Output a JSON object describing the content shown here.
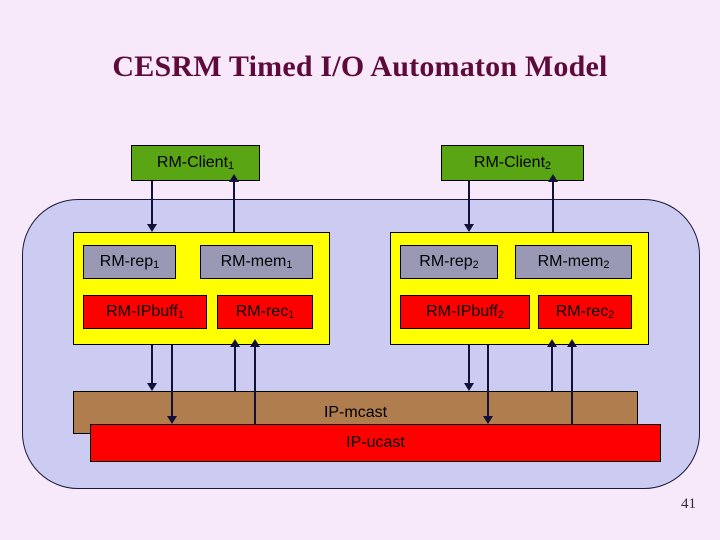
{
  "slide": {
    "title": "CESRM Timed I/O Automaton Model",
    "page_number": "41",
    "background_color": "#f8e9fa",
    "title_color": "#5e0b3c"
  },
  "system": {
    "container_color": "#ccccf2",
    "border_color": "#19193d"
  },
  "clients": [
    {
      "name": "RM-Client",
      "sub": "1",
      "color": "#5aa514"
    },
    {
      "name": "RM-Client",
      "sub": "2",
      "color": "#5aa514"
    }
  ],
  "modules": [
    {
      "container_color": "#ffff00",
      "components": [
        {
          "name": "RM-rep",
          "sub": "1",
          "color": "#9999b5",
          "kind": "gray"
        },
        {
          "name": "RM-mem",
          "sub": "1",
          "color": "#9999b5",
          "kind": "gray"
        },
        {
          "name": "RM-IPbuff",
          "sub": "1",
          "color": "#ff0000",
          "kind": "red"
        },
        {
          "name": "RM-rec",
          "sub": "1",
          "color": "#ff0000",
          "kind": "red"
        }
      ]
    },
    {
      "container_color": "#ffff00",
      "components": [
        {
          "name": "RM-rep",
          "sub": "2",
          "color": "#9999b5",
          "kind": "gray"
        },
        {
          "name": "RM-mem",
          "sub": "2",
          "color": "#9999b5",
          "kind": "gray"
        },
        {
          "name": "RM-IPbuff",
          "sub": "2",
          "color": "#ff0000",
          "kind": "red"
        },
        {
          "name": "RM-rec",
          "sub": "2",
          "color": "#ff0000",
          "kind": "red"
        }
      ]
    }
  ],
  "network": [
    {
      "label": "IP-mcast",
      "color": "#b07d4f"
    },
    {
      "label": "IP-ucast",
      "color": "#ff0000"
    }
  ],
  "connectors": {
    "color": "#11113a",
    "description": "vertical arrows between clients, replica modules and network layers"
  }
}
